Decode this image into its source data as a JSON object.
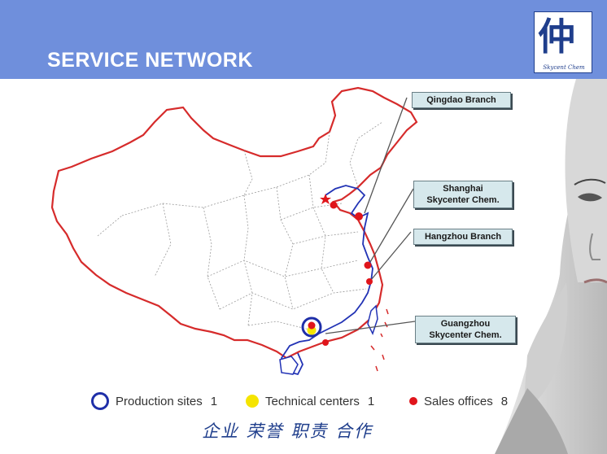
{
  "header": {
    "title": "SERVICE NETWORK",
    "bg_color": "#6f8fdc"
  },
  "logo": {
    "glyph": "仲",
    "caption": "Skycent Chem"
  },
  "branches": [
    {
      "label": "Qingdao Branch"
    },
    {
      "label": "Shanghai Skycenter Chem."
    },
    {
      "label": "Hangzhou Branch"
    },
    {
      "label": "Guangzhou Skycenter Chem."
    }
  ],
  "legend": {
    "production": {
      "label": "Production sites",
      "count": "1",
      "color": "#1f2fa8"
    },
    "technical": {
      "label": "Technical centers",
      "count": "1",
      "color": "#f5e400"
    },
    "sales": {
      "label": "Sales offices",
      "count": "8",
      "color": "#e0151b"
    }
  },
  "motto": "企业 荣誉 职责 合作",
  "colors": {
    "border": "#d62b2b",
    "coast": "#2233b5",
    "province": "#9a9a9a",
    "marker": "#e0151b",
    "box_bg": "#d6e8ec"
  }
}
